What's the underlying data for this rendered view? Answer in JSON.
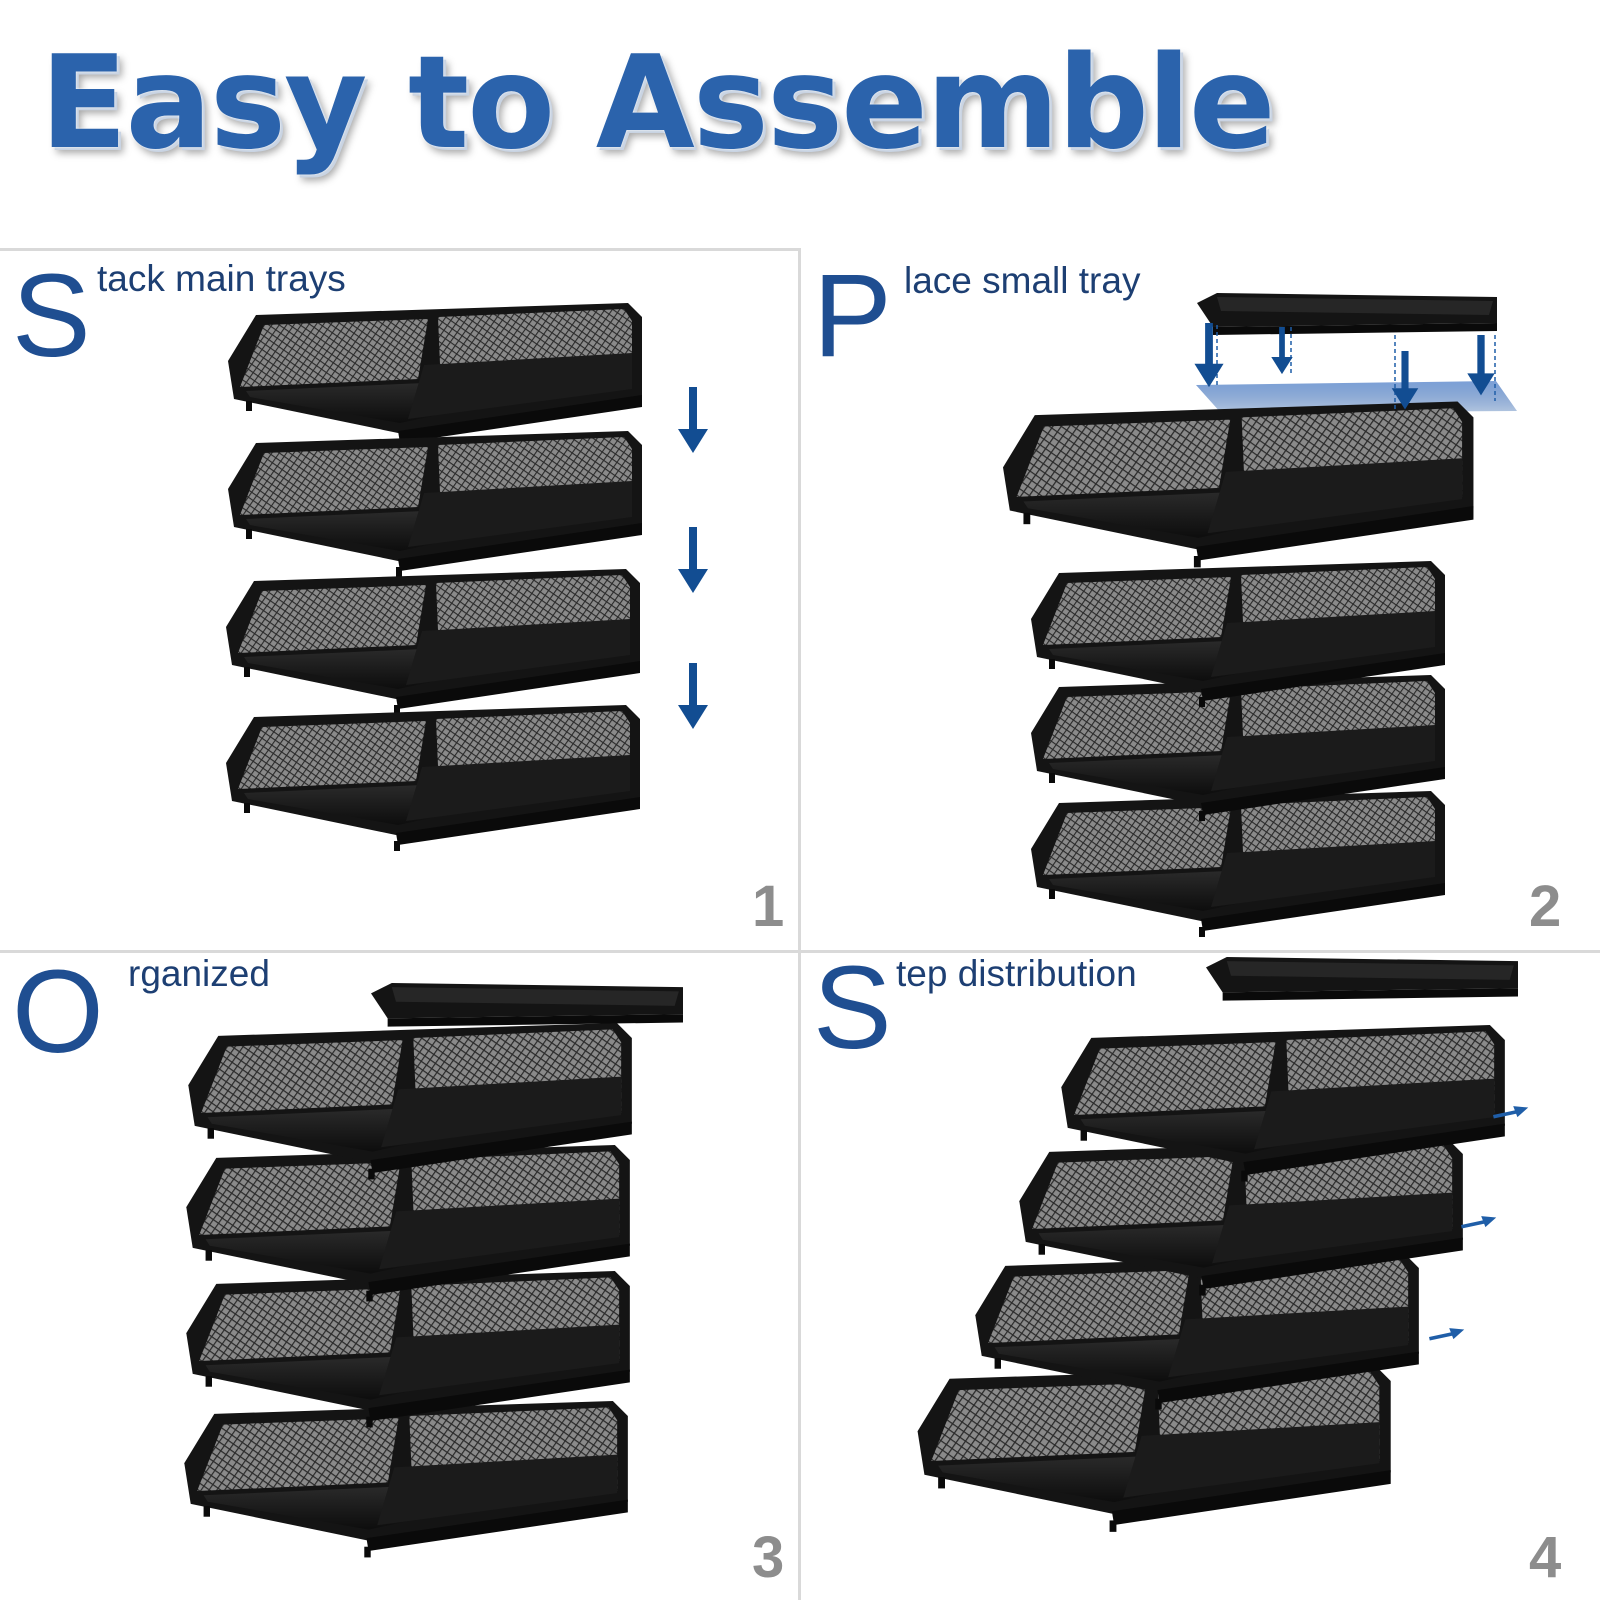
{
  "title": "Easy to Assemble",
  "colors": {
    "title_blue": "#2b63ac",
    "letter_blue": "#1f4e91",
    "caption_text": "#1d3f73",
    "arrow_blue": "#124d92",
    "tray_black": "#141414",
    "number_gray": "#8d8d8d"
  },
  "steps": [
    {
      "letter": "S",
      "caption": "tack main trays",
      "number": "1",
      "illustration": "trays-stacking-arrows"
    },
    {
      "letter": "P",
      "caption": "lace small tray",
      "number": "2",
      "illustration": "small-tray-placement-arrows"
    },
    {
      "letter": "O",
      "caption": "rganized",
      "number": "3",
      "illustration": "assembled-organizer"
    },
    {
      "letter": "S",
      "caption": "tep distribution",
      "number": "4",
      "illustration": "stepped-trays-arrows"
    }
  ]
}
